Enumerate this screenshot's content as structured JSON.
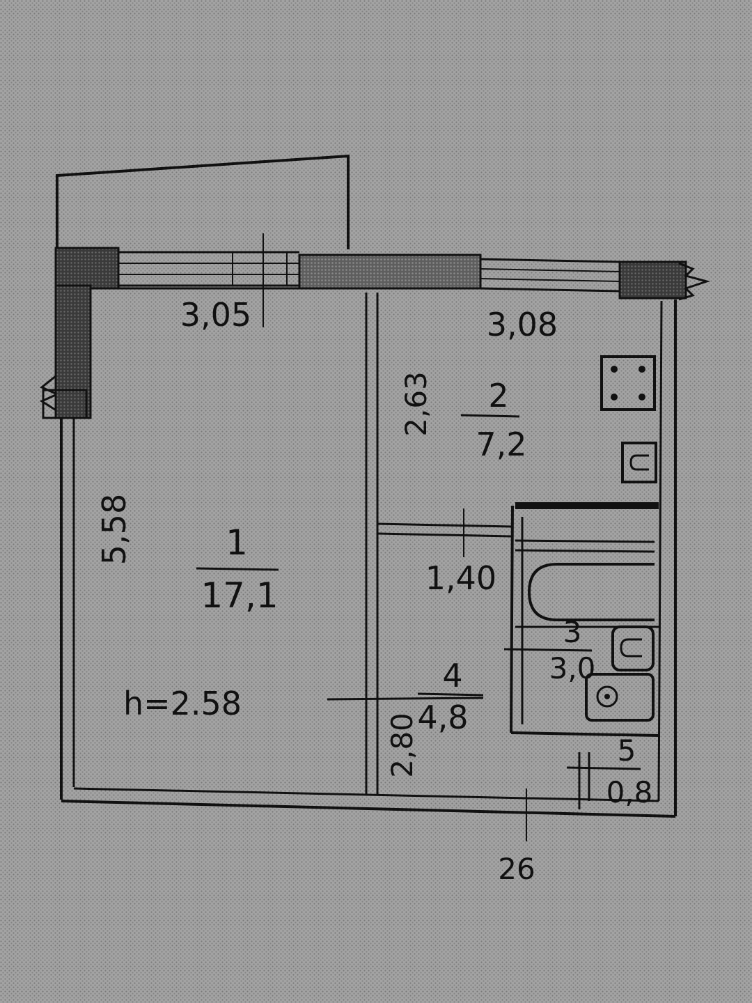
{
  "plan": {
    "ceiling_height": "h=2.58",
    "building_number": "26",
    "rooms": [
      {
        "number": "1",
        "area": "17,1"
      },
      {
        "number": "2",
        "area": "7,2"
      },
      {
        "number": "3",
        "area": "3,0"
      },
      {
        "number": "4",
        "area": "4,8"
      },
      {
        "number": "5",
        "area": "0,8"
      }
    ],
    "dimensions": {
      "room1_width": "3,05",
      "room1_length": "5,58",
      "room2_width": "3,08",
      "room2_length": "2,63",
      "corridor_width": "1,40",
      "hall_length": "2,80"
    }
  }
}
